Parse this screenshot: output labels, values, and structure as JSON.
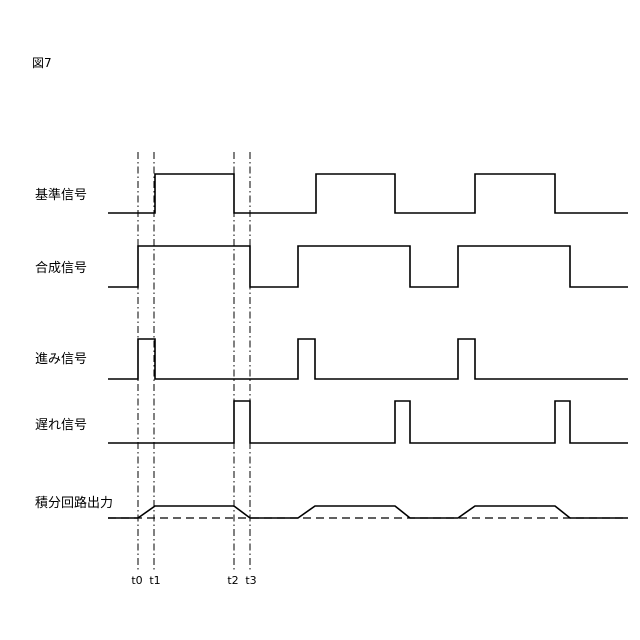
{
  "figure_label": "図7",
  "signals": [
    {
      "id": "reference",
      "label": "基準信号"
    },
    {
      "id": "composite",
      "label": "合成信号"
    },
    {
      "id": "lead",
      "label": "進み信号"
    },
    {
      "id": "lag",
      "label": "遅れ信号"
    },
    {
      "id": "integral",
      "label": "積分回路出力"
    }
  ],
  "time_markers": [
    "t0",
    "t1",
    "t2",
    "t3"
  ]
}
